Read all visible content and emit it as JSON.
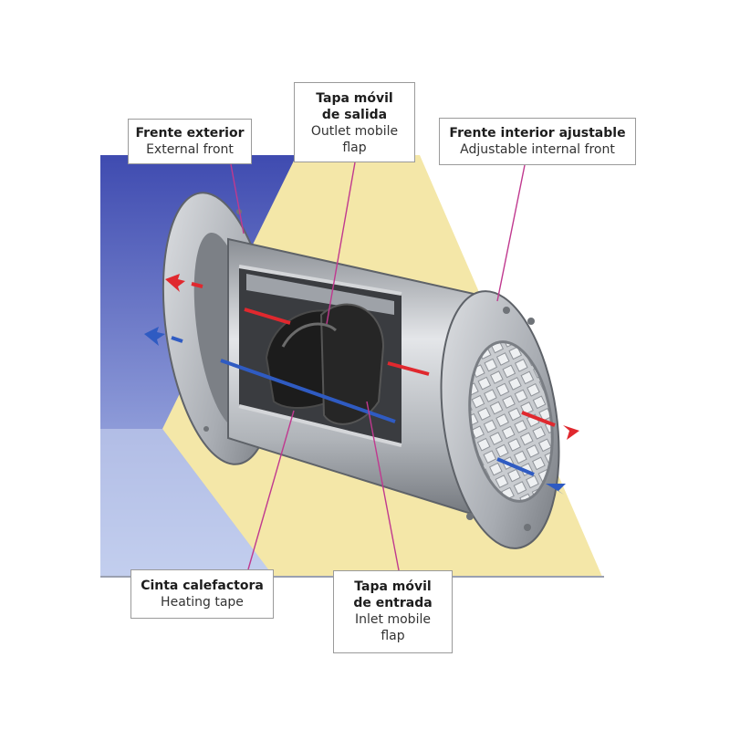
{
  "labels": {
    "external_front": {
      "es": "Frente exterior",
      "en": "External front"
    },
    "outlet_flap": {
      "es_1": "Tapa móvil",
      "es_2": "de salida",
      "en_1": "Outlet mobile",
      "en_2": "flap"
    },
    "internal_front": {
      "es": "Frente interior ajustable",
      "en": "Adjustable internal front"
    },
    "heating_tape": {
      "es": "Cinta calefactora",
      "en": "Heating tape"
    },
    "inlet_flap": {
      "es_1": "Tapa móvil",
      "es_2": "de entrada",
      "en_1": "Inlet mobile",
      "en_2": "flap"
    }
  },
  "colors": {
    "exterior_wall": "#4a56b8",
    "wall_panel": "#f4e7a8",
    "metal": "#b9bcc0",
    "metal_dark": "#6f7378",
    "flap": "#1c1c1c",
    "warm_air": "#e0282e",
    "cool_air": "#2f5bc2",
    "leader_line": "#c0398f"
  }
}
